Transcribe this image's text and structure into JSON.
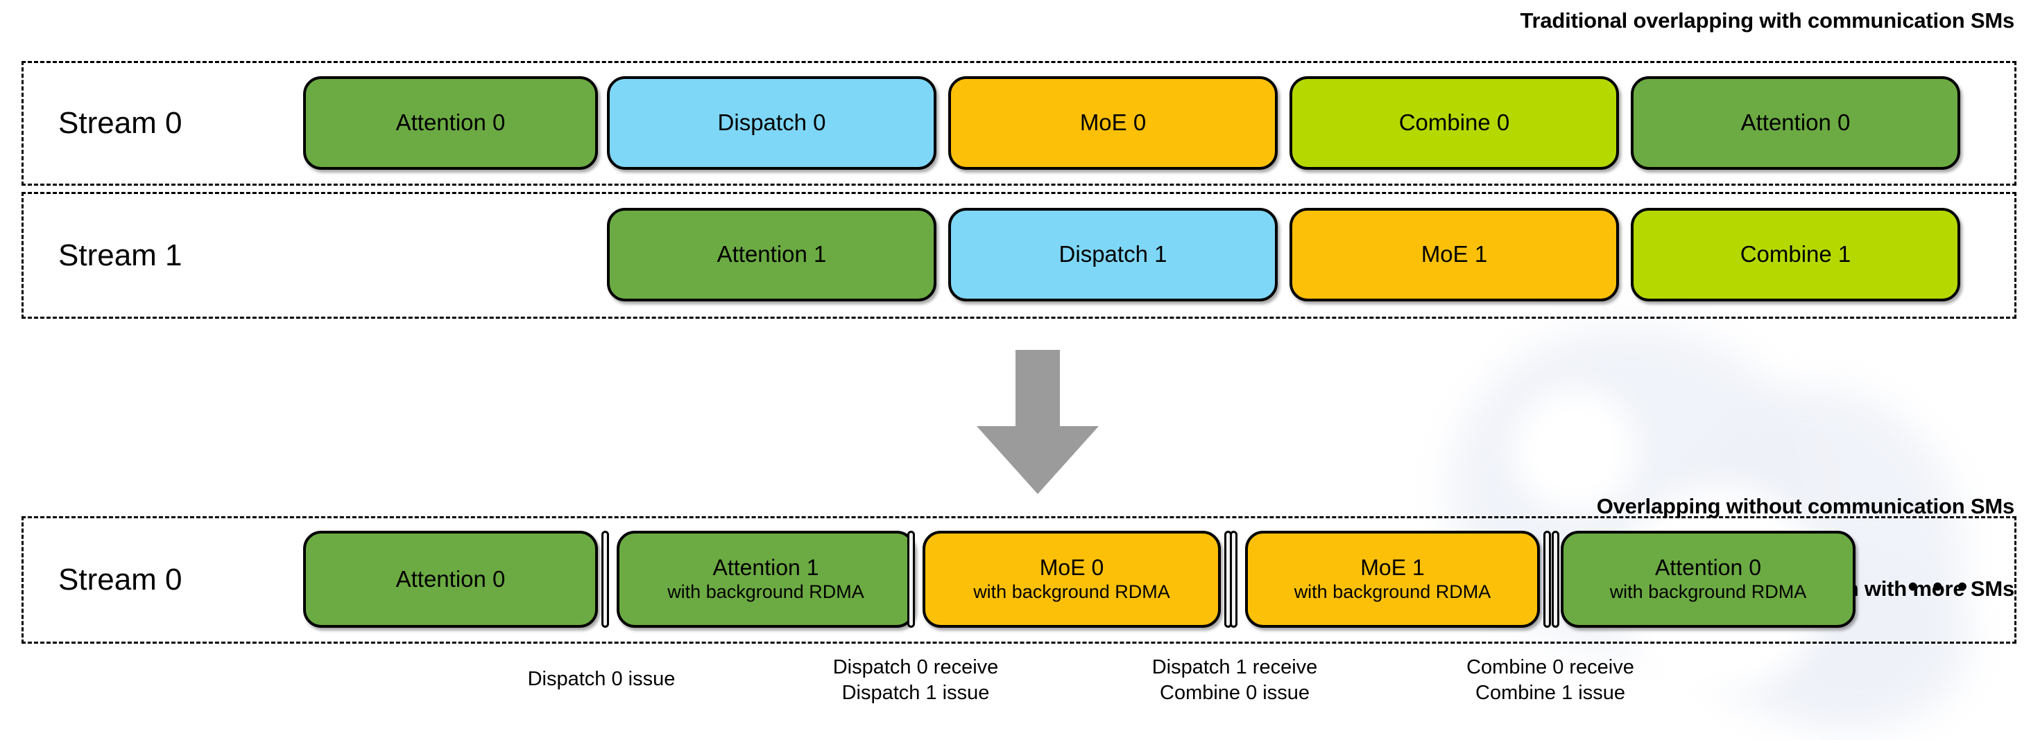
{
  "headings": {
    "top": "Traditional overlapping with communication SMs",
    "bottom_line1": "Overlapping without communication SMs",
    "bottom_line2": "→ Faster computation with more SMs"
  },
  "colors": {
    "attention": "#6cab43",
    "dispatch": "#7fd7f7",
    "moe": "#fcc008",
    "combine": "#b5d800",
    "arrow": "#9b9b9b",
    "outline": "#000000",
    "background": "#ffffff"
  },
  "rows": [
    {
      "label": "Stream 0",
      "blocks": [
        {
          "main": "Attention 0",
          "sub": "",
          "kind": "attention"
        },
        {
          "main": "Dispatch 0",
          "sub": "",
          "kind": "dispatch"
        },
        {
          "main": "MoE 0",
          "sub": "",
          "kind": "moe"
        },
        {
          "main": "Combine 0",
          "sub": "",
          "kind": "combine"
        },
        {
          "main": "Attention 0",
          "sub": "",
          "kind": "attention"
        }
      ]
    },
    {
      "label": "Stream 1",
      "blocks": [
        {
          "main": "Attention 1",
          "sub": "",
          "kind": "attention"
        },
        {
          "main": "Dispatch 1",
          "sub": "",
          "kind": "dispatch"
        },
        {
          "main": "MoE 1",
          "sub": "",
          "kind": "moe"
        },
        {
          "main": "Combine 1",
          "sub": "",
          "kind": "combine"
        }
      ]
    },
    {
      "label": "Stream 0",
      "ellipsis": "• • •",
      "blocks": [
        {
          "main": "Attention 0",
          "sub": "",
          "kind": "attention"
        },
        {
          "main": "Attention 1",
          "sub": "with background RDMA",
          "kind": "attention"
        },
        {
          "main": "MoE 0",
          "sub": "with background RDMA",
          "kind": "moe"
        },
        {
          "main": "MoE 1",
          "sub": "with background RDMA",
          "kind": "moe"
        },
        {
          "main": "Attention 0",
          "sub": "with background RDMA",
          "kind": "attention"
        }
      ]
    }
  ],
  "annotations": [
    {
      "line1": "Dispatch 0 issue",
      "line2": ""
    },
    {
      "line1": "Dispatch 0 receive",
      "line2": "Dispatch 1 issue"
    },
    {
      "line1": "Dispatch 1 receive",
      "line2": "Combine 0 issue"
    },
    {
      "line1": "Combine 0 receive",
      "line2": "Combine 1 issue"
    }
  ]
}
